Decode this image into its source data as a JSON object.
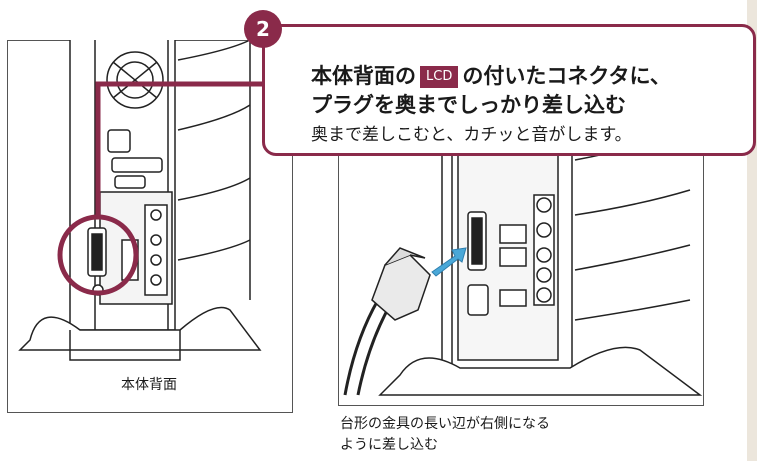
{
  "step": {
    "number": "2",
    "title_part1": "本体背面の",
    "lcd_label": "LCD",
    "title_part2": "の付いたコネクタに、",
    "title_line2": "プラグを奥までしっかり差し込む",
    "subtext": "奥まで差しこむと、カチッと音がします。"
  },
  "captions": {
    "left": "本体背面",
    "right_line1": "台形の金具の長い辺が右側になる",
    "right_line2": "ように差し込む"
  },
  "colors": {
    "accent": "#8a2a4a",
    "panel_border": "#555555",
    "arrow": "#4aa8d8",
    "side_strip": "#ece6dc"
  }
}
